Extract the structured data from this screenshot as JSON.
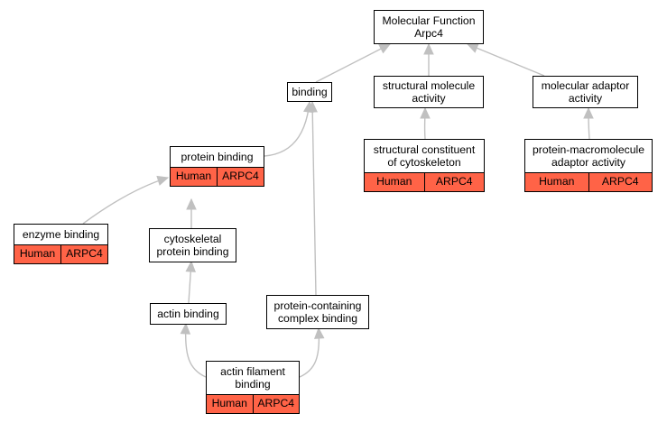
{
  "colors": {
    "edge": "#c0c0c0",
    "annotation": "#ff6347",
    "border": "#000000",
    "node_fill": "#ffffff"
  },
  "nodes": {
    "molecular_function": {
      "lines": [
        "Molecular Function",
        "Arpc4"
      ]
    },
    "binding": {
      "lines": [
        "binding"
      ]
    },
    "structural_molecule_activity": {
      "lines": [
        "structural molecule",
        "activity"
      ]
    },
    "molecular_adaptor_activity": {
      "lines": [
        "molecular adaptor",
        "activity"
      ]
    },
    "protein_binding": {
      "lines": [
        "protein binding"
      ],
      "species": "Human",
      "gene": "ARPC4"
    },
    "structural_constituent_of_cytoskeleton": {
      "lines": [
        "structural constituent",
        "of cytoskeleton"
      ],
      "species": "Human",
      "gene": "ARPC4"
    },
    "protein_macromolecule_adaptor_activity": {
      "lines": [
        "protein-macromolecule",
        "adaptor activity"
      ],
      "species": "Human",
      "gene": "ARPC4"
    },
    "enzyme_binding": {
      "lines": [
        "enzyme binding"
      ],
      "species": "Human",
      "gene": "ARPC4"
    },
    "cytoskeletal_protein_binding": {
      "lines": [
        "cytoskeletal",
        "protein binding"
      ]
    },
    "actin_binding": {
      "lines": [
        "actin binding"
      ]
    },
    "protein_containing_complex_binding": {
      "lines": [
        "protein-containing",
        "complex binding"
      ]
    },
    "actin_filament_binding": {
      "lines": [
        "actin filament",
        "binding"
      ],
      "species": "Human",
      "gene": "ARPC4"
    }
  },
  "edges": [
    {
      "from": "binding",
      "to": "molecular_function"
    },
    {
      "from": "structural_molecule_activity",
      "to": "molecular_function"
    },
    {
      "from": "molecular_adaptor_activity",
      "to": "molecular_function"
    },
    {
      "from": "protein_binding",
      "to": "binding"
    },
    {
      "from": "protein_containing_complex_binding",
      "to": "binding"
    },
    {
      "from": "structural_constituent_of_cytoskeleton",
      "to": "structural_molecule_activity"
    },
    {
      "from": "protein_macromolecule_adaptor_activity",
      "to": "molecular_adaptor_activity"
    },
    {
      "from": "enzyme_binding",
      "to": "protein_binding"
    },
    {
      "from": "cytoskeletal_protein_binding",
      "to": "protein_binding"
    },
    {
      "from": "actin_binding",
      "to": "cytoskeletal_protein_binding"
    },
    {
      "from": "actin_filament_binding",
      "to": "actin_binding"
    },
    {
      "from": "actin_filament_binding",
      "to": "protein_containing_complex_binding"
    }
  ]
}
